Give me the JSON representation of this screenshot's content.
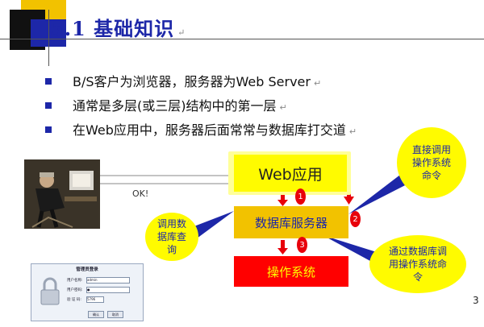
{
  "slide": {
    "title": "5.1 基础知识",
    "pilcrow": "↵",
    "page_number": "3"
  },
  "bullets": [
    {
      "text": "B/S客户为浏览器，服务器为Web Server"
    },
    {
      "text": "通常是多层(或三层)结构中的第一层"
    },
    {
      "text": "在Web应用中，服务器后面常常与数据库打交道"
    }
  ],
  "diagram": {
    "web_box": "Web应用",
    "db_box": "数据库服务器",
    "os_box": "操作系统",
    "ok_label": "OK!",
    "callout_left": "调用数据库查询",
    "callout_top_right": "直接调用操作系统命令",
    "callout_bottom_right": "通过数据库调用操作系统命令",
    "step_numbers": [
      "1",
      "2",
      "3"
    ]
  },
  "login": {
    "title": "管理员登录",
    "username_label": "用户名称:",
    "username_value": "admin",
    "password_label": "用户密码:",
    "password_value": "●",
    "code_label": "验 证 码:",
    "code_value": "5796",
    "ok_button": "确认",
    "cancel_button": "取消"
  },
  "colors": {
    "accent_blue": "#1d27a8",
    "yellow": "#fffb00",
    "gold": "#f2c200",
    "red": "#ff0000"
  }
}
